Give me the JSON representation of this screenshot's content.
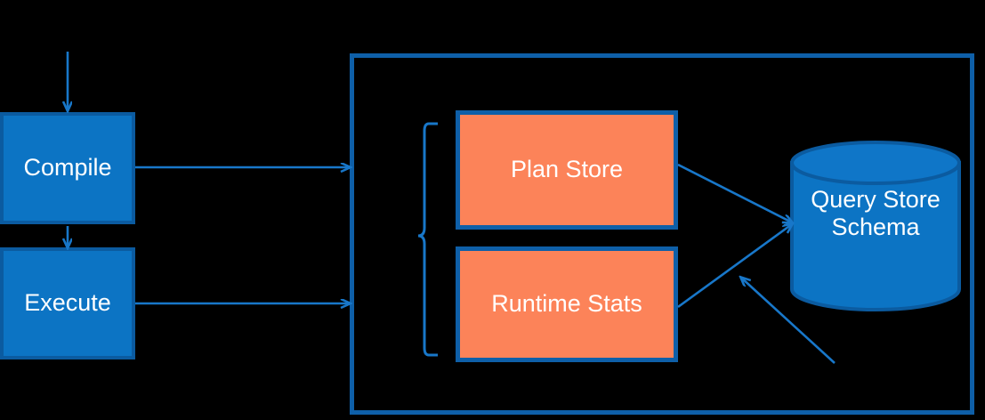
{
  "diagram": {
    "title": "Query Store architecture flow",
    "type": "flow-diagram",
    "background_color": "#000000",
    "colors": {
      "blue_fill": "#0C74C4",
      "blue_border": "#0B5BA0",
      "orange_fill": "#FC8359",
      "orange_border": "#0E5FA8",
      "connector": "#1877C9",
      "text": "#FFFFFF"
    },
    "nodes": {
      "compile": {
        "label": "Compile",
        "shape": "rectangle",
        "fill": "#0C74C4"
      },
      "execute": {
        "label": "Execute",
        "shape": "rectangle",
        "fill": "#0C74C4"
      },
      "plan_store": {
        "label": "Plan Store",
        "shape": "rectangle",
        "fill": "#FC8359"
      },
      "runtime_stats": {
        "label": "Runtime Stats",
        "shape": "rectangle",
        "fill": "#FC8359"
      },
      "query_store_schema": {
        "label": "Query Store\nSchema",
        "shape": "cylinder",
        "fill": "#0C74C4"
      },
      "query_store_container": {
        "label": "",
        "shape": "rectangle-outline"
      }
    },
    "connectors": [
      {
        "name": "input-to-compile",
        "from": "external-input",
        "to": "compile",
        "arrowhead": "open"
      },
      {
        "name": "compile-to-execute",
        "from": "compile",
        "to": "execute",
        "arrowhead": "open"
      },
      {
        "name": "compile-to-query-store",
        "from": "compile",
        "to": "query-store-container",
        "arrowhead": "open"
      },
      {
        "name": "execute-to-query-store",
        "from": "execute",
        "to": "query-store-container",
        "arrowhead": "open"
      },
      {
        "name": "plan-store-to-schema",
        "from": "plan_store",
        "to": "query_store_schema",
        "arrowhead": "open"
      },
      {
        "name": "runtime-stats-to-schema",
        "from": "runtime_stats",
        "to": "query_store_schema",
        "arrowhead": "open"
      },
      {
        "name": "external-to-schema",
        "from": "external-bottom-right",
        "to": "query_store_schema",
        "arrowhead": "open"
      }
    ],
    "brace": {
      "name": "store-grouping-brace",
      "orientation": "left"
    }
  }
}
